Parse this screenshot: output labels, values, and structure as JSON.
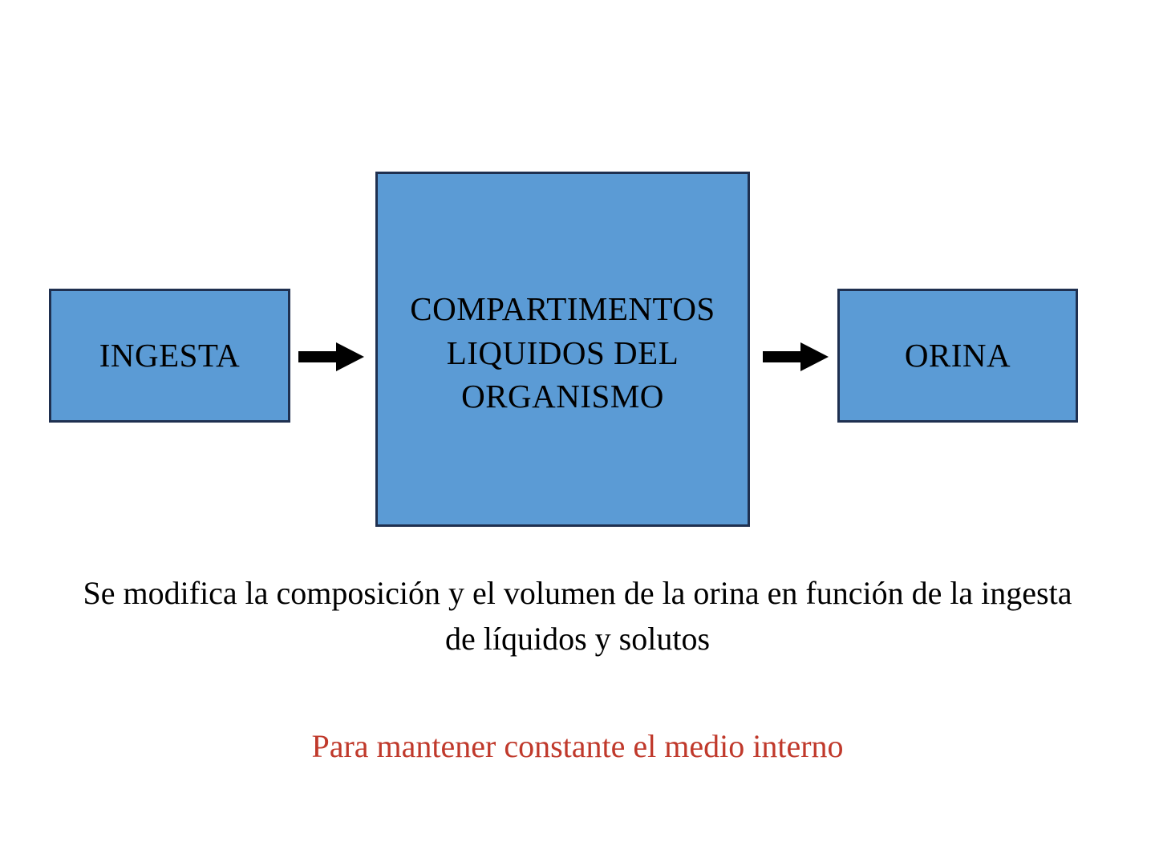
{
  "slide": {
    "background_color": "#ffffff",
    "diagram": {
      "type": "flow",
      "box_fill_color": "#5b9bd5",
      "box_border_color": "#1f3050",
      "arrow_color": "#000000",
      "nodes": [
        {
          "id": "ingesta",
          "label": "INGESTA"
        },
        {
          "id": "compartimentos",
          "label": "COMPARTIMENTOS\nLIQUIDOS DEL\nORGANISMO"
        },
        {
          "id": "orina",
          "label": "ORINA"
        }
      ],
      "arrows": [
        {
          "id": "ingesta-to-compartimentos",
          "from": "ingesta",
          "to": "compartimentos"
        },
        {
          "id": "compartimentos-to-orina",
          "from": "compartimentos",
          "to": "orina"
        }
      ]
    },
    "captions": {
      "primary": "Se modifica la composición y el volumen de la orina en función de la ingesta de líquidos y solutos",
      "primary_color": "#000000",
      "accent": "Para mantener constante el medio interno",
      "accent_color": "#c0392b"
    }
  }
}
